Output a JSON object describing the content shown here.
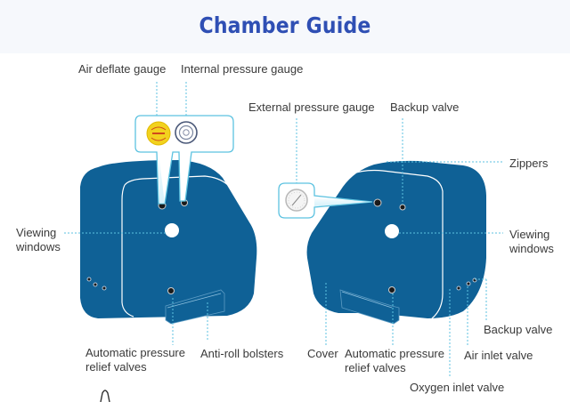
{
  "header": {
    "title": "Chamber Guide"
  },
  "colors": {
    "chamber_fill": "#0f6196",
    "leader_line": "#5cc2e0",
    "title": "#2f4fb4",
    "header_bg": "#f6f8fc",
    "air_deflate_gauge": "#f2d21e"
  },
  "left_chamber": {
    "labels": {
      "air_deflate_gauge": "Air deflate gauge",
      "internal_pressure_gauge": "Internal pressure gauge",
      "viewing_windows": [
        "Viewing",
        "windows"
      ],
      "automatic_pressure_relief_valves": [
        "Automatic pressure",
        "relief valves"
      ],
      "anti_roll_bolsters": "Anti-roll bolsters"
    },
    "icons": [
      "air-deflate-gauge-icon",
      "internal-pressure-gauge-icon"
    ]
  },
  "right_chamber": {
    "labels": {
      "external_pressure_gauge": "External pressure gauge",
      "backup_valve_top": "Backup valve",
      "zippers": "Zippers",
      "viewing_windows": [
        "Viewing",
        "windows"
      ],
      "cover": "Cover",
      "automatic_pressure_relief_valves": [
        "Automatic pressure",
        "relief valves"
      ],
      "backup_valve_side": "Backup valve",
      "air_inlet_valve": "Air inlet valve",
      "oxygen_inlet_valve": "Oxygen inlet valve"
    },
    "icons": [
      "external-pressure-gauge-icon"
    ]
  }
}
